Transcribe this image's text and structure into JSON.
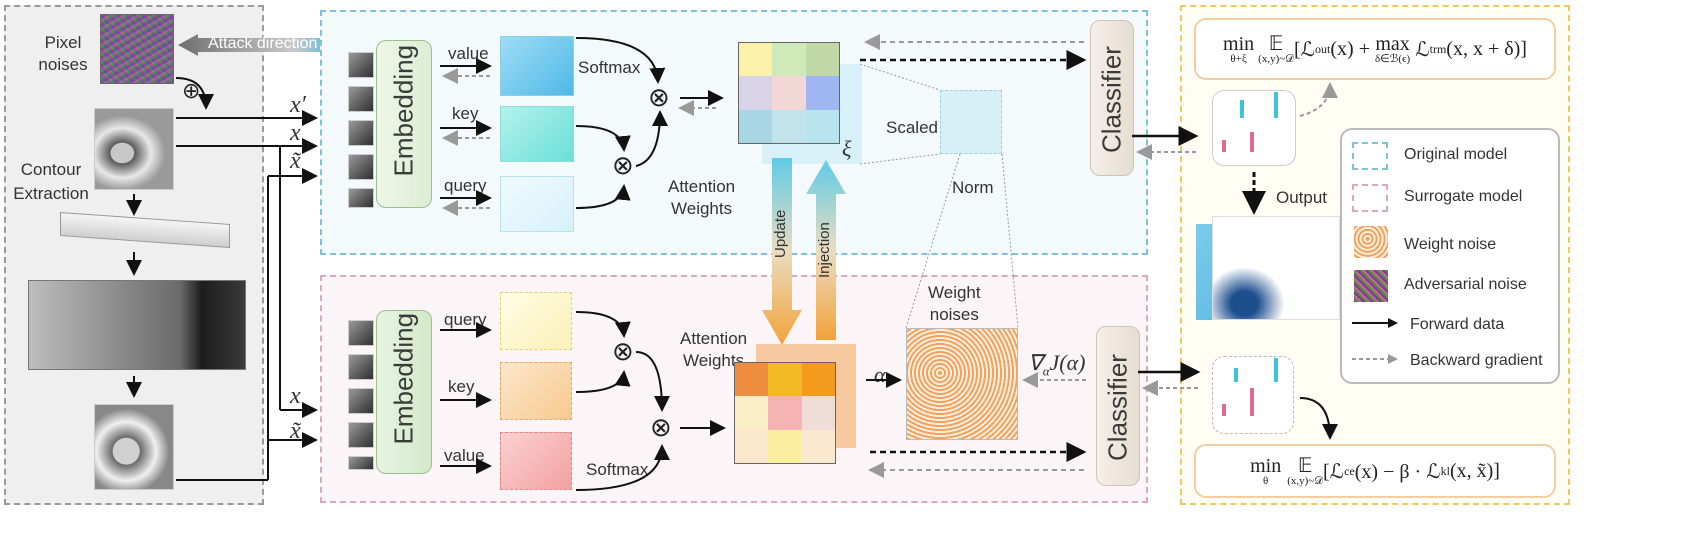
{
  "left": {
    "pixel_noises": "Pixel\nnoises",
    "attack_direction": "Attack direction",
    "plus_symbol": "⊕",
    "contour_extraction": "Contour\nExtraction"
  },
  "inputs": {
    "x_prime": "x′",
    "x": "x",
    "x_tilde": "x̃",
    "x_low": "x",
    "x_tilde_low": "x̃"
  },
  "top_branch": {
    "embedding": "Embedding",
    "value": "value",
    "key": "key",
    "query": "query",
    "softmax": "Softmax",
    "otimes": "⊗",
    "attention_weights": "Attention\nWeights",
    "xi": "ξ",
    "scaled": "Scaled",
    "norm": "Norm",
    "classifier": "Classifier"
  },
  "bottom_branch": {
    "embedding": "Embedding",
    "query": "query",
    "key": "key",
    "value": "value",
    "softmax": "Softmax",
    "otimes": "⊗",
    "attention_weights": "Attention\nWeights",
    "weight_noises": "Weight\nnoises",
    "alpha": "α",
    "grad": "∇",
    "grad_sub": "α",
    "grad_rest": "J(α)",
    "classifier": "Classifier"
  },
  "middle": {
    "update": "Update",
    "injection": "Injection"
  },
  "right": {
    "formula_top": {
      "min": "min",
      "min_sub": "θ+ξ",
      "E": "𝔼",
      "E_sub": "(x,y)~𝒟",
      "body1": "[ℒ",
      "body1_sub": "out",
      "body2": "(x) + ",
      "max": "max",
      "max_sub": "δ∈ℬ(ϵ)",
      "body3": " ℒ",
      "body3_sub": "trm",
      "body4": "(x, x + δ)]"
    },
    "output": "Output",
    "formula_bottom": {
      "min": "min",
      "min_sub": "θ",
      "E": "𝔼",
      "E_sub": "(x,y)~𝒟",
      "body1": "[ℒ",
      "body1_sub": "ce",
      "body2": "(x) − β · ℒ",
      "body2_sub": "kl",
      "body3": "(x, x̃)]"
    }
  },
  "legend": {
    "items": [
      "Original model",
      "Surrogate model",
      "Weight noise",
      "Adversarial noise",
      "Forward data",
      "Backward gradient"
    ]
  },
  "colors": {
    "top_panel": "#7cc3d9",
    "bottom_panel": "#d9a9c4",
    "right_panel": "#f0c95a",
    "left_panel_bg": "#efefef",
    "orange_arrow": "#f2a33a",
    "cyan_arrow": "#5fcbe6"
  }
}
